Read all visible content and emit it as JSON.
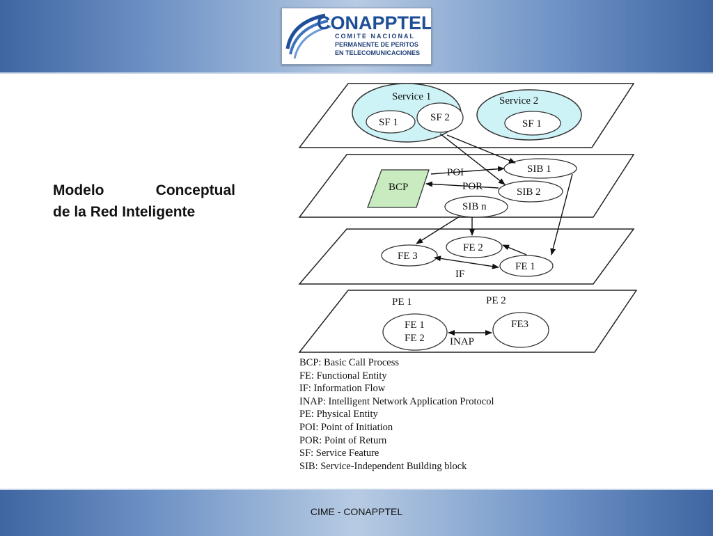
{
  "header": {
    "logo": {
      "name": "CONAPPTEL",
      "line1": "COMITE NACIONAL",
      "line2": "PERMANENTE DE PERITOS",
      "line3": "EN TELECOMUNICACIONES"
    }
  },
  "slide": {
    "title_line1": "Modelo Conceptual",
    "title_line2": "de la Red Inteligente"
  },
  "diagram": {
    "service_plane": {
      "service1": "Service 1",
      "service2": "Service 2",
      "sf1": "SF 1",
      "sf2": "SF 2",
      "sf1b": "SF 1"
    },
    "global_plane": {
      "bcp": "BCP",
      "poi": "POI",
      "por": "POR",
      "sib1": "SIB 1",
      "sib2": "SIB 2",
      "sibn": "SIB n"
    },
    "distributed_plane": {
      "fe3": "FE 3",
      "fe2": "FE 2",
      "fe1": "FE 1",
      "if": "IF"
    },
    "physical_plane": {
      "pe1": "PE 1",
      "pe2": "PE 2",
      "fe1": "FE 1",
      "fe2": "FE 2",
      "fe3": "FE3",
      "inap": "INAP"
    },
    "colors": {
      "service_fill": "#cdf3f6",
      "bcp_fill": "#c8ebc0"
    }
  },
  "legend": [
    "BCP: Basic Call Process",
    "FE: Functional Entity",
    "IF: Information Flow",
    "INAP: Intelligent Network Application Protocol",
    "PE: Physical Entity",
    "POI: Point of Initiation",
    "POR: Point of Return",
    "SF: Service Feature",
    "SIB: Service-Independent Building block"
  ],
  "footer": {
    "text": "CIME - CONAPPTEL"
  }
}
